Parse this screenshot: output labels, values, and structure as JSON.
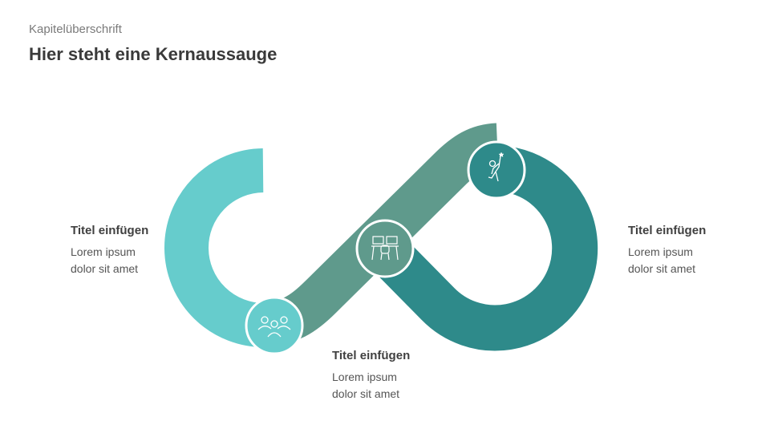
{
  "header": {
    "kicker": "Kapitelüberschrift",
    "title": "Hier steht eine Kernaussauge"
  },
  "colors": {
    "light": "#66cccc",
    "mid": "#5f9a8c",
    "dark": "#2e8a8a"
  },
  "items": [
    {
      "title": "Titel einfügen",
      "line1": "Lorem ipsum",
      "line2": "dolor sit amet",
      "icon": "team-icon"
    },
    {
      "title": "Titel einfügen",
      "line1": "Lorem ipsum",
      "line2": "dolor sit amet",
      "icon": "workstation-icon"
    },
    {
      "title": "Titel einfügen",
      "line1": "Lorem ipsum",
      "line2": "dolor sit amet",
      "icon": "success-icon"
    }
  ]
}
